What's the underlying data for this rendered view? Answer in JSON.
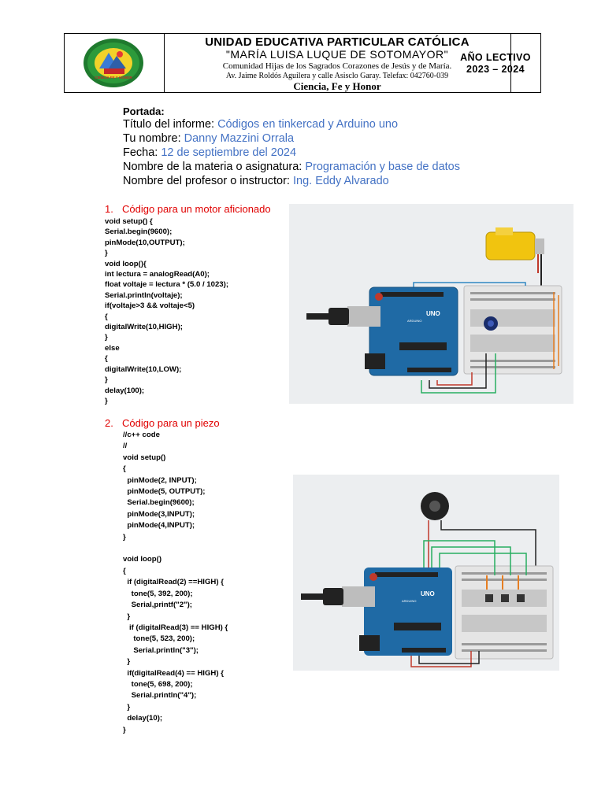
{
  "header": {
    "school_name": "UNIDAD EDUCATIVA PARTICULAR CATÓLICA",
    "school_subtitle": "\"MARÍA LUISA LUQUE DE SOTOMAYOR\"",
    "community": "Comunidad Hijas de los Sagrados Corazones de Jesús y de María.",
    "address": "Av. Jaime Roldós Aguilera y calle Asisclo Garay. Telefax: 042760-039",
    "motto": "Ciencia, Fe y Honor",
    "year_label": "AÑO LECTIVO",
    "year_value": "2023 – 2024",
    "logo_text": "CIENCIA FE Y HONOR"
  },
  "cover": {
    "portada": "Portada:",
    "rows": [
      {
        "label": "Título del informe: ",
        "value": "Códigos en tinkercad y Arduino uno"
      },
      {
        "label": "Tu nombre: ",
        "value": "Danny Mazzini Orrala"
      },
      {
        "label": "Fecha: ",
        "value": "12 de septiembre del 2024"
      },
      {
        "label": "Nombre de la materia o asignatura: ",
        "value": "Programación y base de datos"
      },
      {
        "label": "Nombre del profesor o instructor: ",
        "value": "Ing. Eddy Alvarado"
      }
    ]
  },
  "section1": {
    "number": "1.",
    "title": "Código para un motor aficionado",
    "code": "void setup() {\nSerial.begin(9600);\npinMode(10,OUTPUT);\n}\nvoid loop(){\nint lectura = analogRead(A0);\nfloat voltaje = lectura * (5.0 / 1023);\nSerial.println(voltaje);\nif(voltaje>3 && voltaje<5)\n{\ndigitalWrite(10,HIGH);\n}\nelse\n{\ndigitalWrite(10,LOW);\n}\ndelay(100);\n}"
  },
  "section2": {
    "number": "2.",
    "title": "Código para un piezo",
    "code": "//c++ code\n//\nvoid setup()\n{\n  pinMode(2, INPUT);\n  pinMode(5, OUTPUT);\n  Serial.begin(9600);\n  pinMode(3,INPUT);\n  pinMode(4,INPUT);\n}\n\nvoid loop()\n{\n  if (digitalRead(2) ==HIGH) {\n    tone(5, 392, 200);\n    Serial,printf(\"2\");\n  }\n   if (digitalRead(3) == HIGH) {\n     tone(5, 523, 200);\n     Serial.println(\"3\");\n  }\n  if(digitalRead(4) == HIGH) {\n    tone(5, 698, 200);\n    Serial.println(\"4\");\n  }\n  delay(10);\n}"
  },
  "board": {
    "brand": "UNO",
    "maker": "ARDUINO"
  }
}
